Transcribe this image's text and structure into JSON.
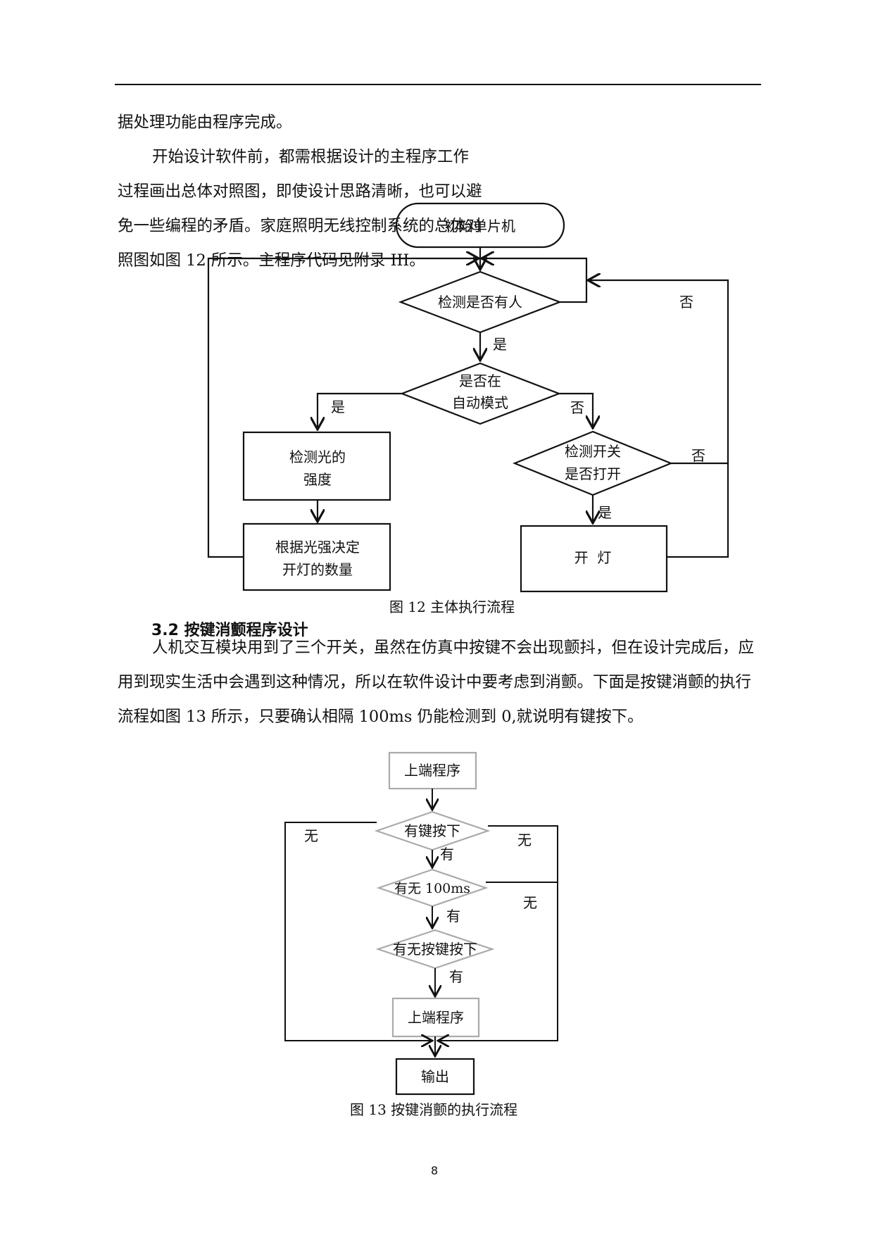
{
  "body": {
    "para1": "据处理功能由程序完成。",
    "para2": "开始设计软件前，都需根据设计的主程序工作过程画出总体对照图，即使设计思路清晰，也可以避免一些编程的矛盾。家庭照明无线控制系统的总体对照图如图 12 所示。主程序代码见附录 III。",
    "section_heading": "3.2 按键消颤程序设计",
    "para3": "人机交互模块用到了三个开关，虽然在仿真中按键不会出现颤抖，但在设计完成后，应用到现实生活中会遇到这种情况，所以在软件设计中要考虑到消颤。下面是按键消颤的执行流程如图 13 所示，只要确认相隔 100ms 仍能检测到 0,就说明有键按下。"
  },
  "figure12": {
    "caption": "图 12 主体执行流程",
    "start": "初始单片机",
    "detect_person": "检测是否有人",
    "auto_mode_line1": "是否在",
    "auto_mode_line2": "自动模式",
    "detect_light_line1": "检测光的",
    "detect_light_line2": "强度",
    "decide_line1": "根据光强决定",
    "decide_line2": "开灯的数量",
    "switch_line1": "检测开关",
    "switch_line2": "是否打开",
    "turn_on": "开  灯",
    "yes": "是",
    "no": "否"
  },
  "figure13": {
    "caption": "图 13 按键消颤的执行流程",
    "upper_program": "上端程序",
    "key_pressed": "有键按下",
    "wait_100ms": "有无 100ms",
    "key_still_pressed": "有无按键按下",
    "upper_program_2": "上端程序",
    "output": "输出",
    "yes": "有",
    "no": "无"
  },
  "page_number": "8"
}
